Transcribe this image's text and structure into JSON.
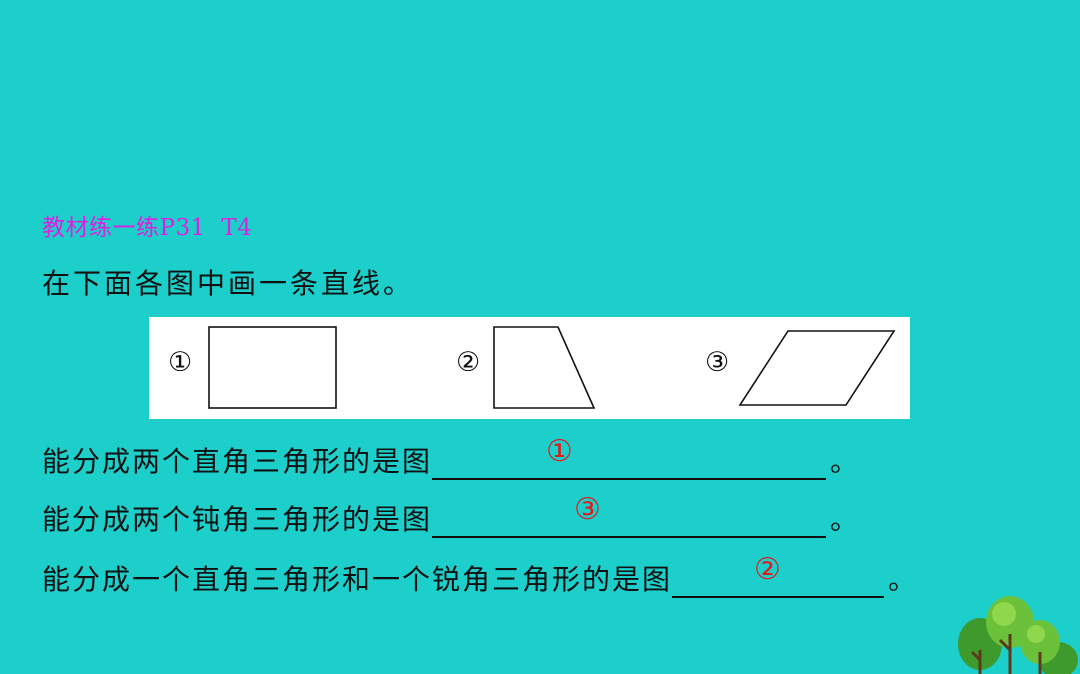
{
  "source_label": "教材练一练P31  T4",
  "instruction": "在下面各图中画一条直线。",
  "figures": [
    {
      "label": "①",
      "shape": "rectangle-icon"
    },
    {
      "label": "②",
      "shape": "trapezoid-icon"
    },
    {
      "label": "③",
      "shape": "parallelogram-icon"
    }
  ],
  "questions": [
    {
      "prompt": "能分成两个直角三角形的是图",
      "answer": "①",
      "end": "。"
    },
    {
      "prompt": "能分成两个钝角三角形的是图",
      "answer": "③",
      "end": "。"
    },
    {
      "prompt": "能分成一个直角三角形和一个锐角三角形的是图",
      "answer": "②",
      "end": "。"
    }
  ],
  "colors": {
    "background": "#1ccfcb",
    "source_label": "#e01ee0",
    "answer": "#e11b1b",
    "text": "#111111"
  },
  "decoration": "tree-cluster-icon"
}
